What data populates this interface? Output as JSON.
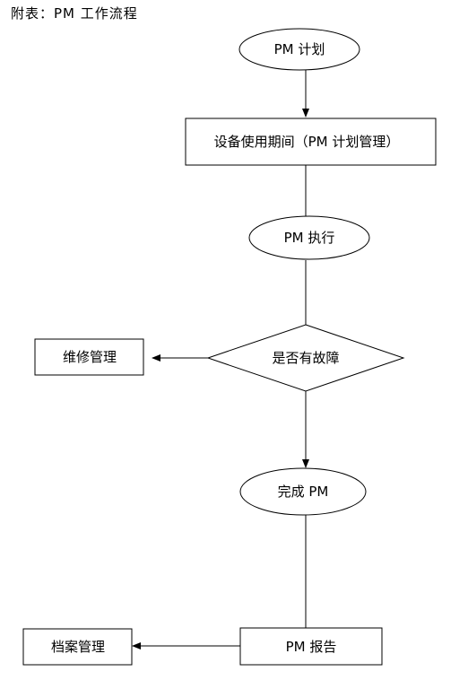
{
  "caption": "附表：PM 工作流程",
  "nodes": {
    "pm_plan": "PM 计划",
    "equipment_use": "设备使用期间（PM 计划管理）",
    "pm_execute": "PM 执行",
    "fault_check": "是否有故障",
    "repair_mgmt": "维修管理",
    "pm_complete": "完成 PM",
    "pm_report": "PM 报告",
    "archive_mgmt": "档案管理"
  },
  "colors": {
    "stroke": "#000000",
    "background": "#ffffff"
  }
}
